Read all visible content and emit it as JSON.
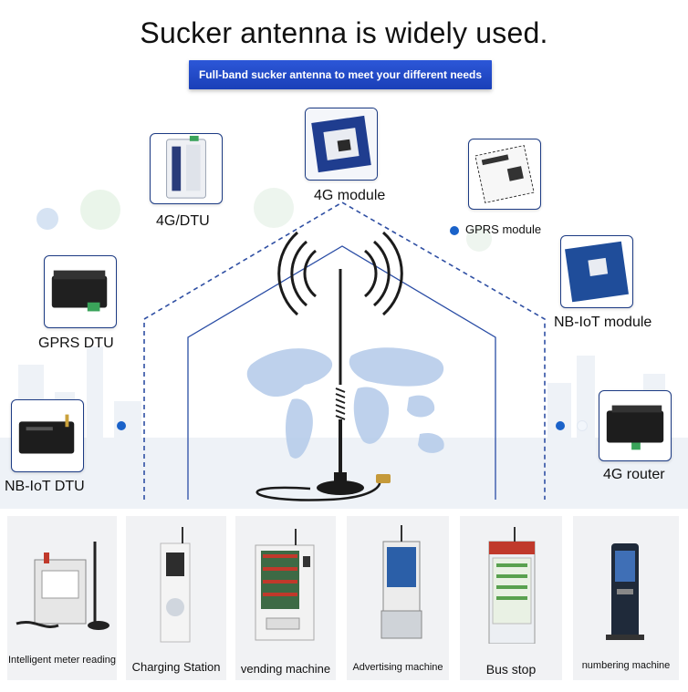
{
  "title": "Sucker antenna is widely used.",
  "banner": "Full-band sucker antenna to meet your different needs",
  "devices": {
    "dtu_4g": "4G/DTU",
    "module_4g": "4G  module",
    "gprs_module": "GPRS  module",
    "gprs_dtu": "GPRS DTU",
    "nbiot_module": "NB-IoT  module",
    "nbiot_dtu": "NB-IoT DTU",
    "router_4g": "4G router"
  },
  "applications": [
    {
      "label": "Intelligent meter reading"
    },
    {
      "label": "Charging Station"
    },
    {
      "label": "vending machine"
    },
    {
      "label": "Advertising machine"
    },
    {
      "label": "Bus stop"
    },
    {
      "label": "numbering machine"
    }
  ],
  "colors": {
    "banner": "#1f46c4",
    "dot": "#1a62c9",
    "frame": "#1c3b84",
    "dashed_line": "#2f4fa3",
    "map": "#a9c4e8"
  }
}
